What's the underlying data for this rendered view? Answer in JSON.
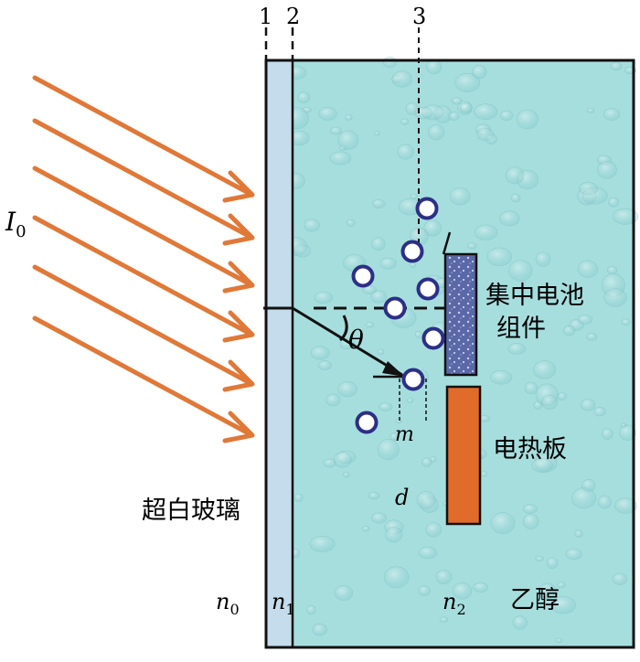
{
  "boundary_labels": [
    "1",
    "2",
    "3"
  ],
  "intensity_label": {
    "main": "I",
    "sub": "0"
  },
  "labels": {
    "theta": "θ",
    "m": "m",
    "d": "d",
    "glass": "超白玻璃",
    "cpv_line1": "集中电池",
    "cpv_line2": "组件",
    "heater": "电热板",
    "ethanol": "乙醇"
  },
  "refractive_indices": [
    {
      "main": "n",
      "sub": "0"
    },
    {
      "main": "n",
      "sub": "1"
    },
    {
      "main": "n",
      "sub": "2"
    }
  ],
  "colors": {
    "arrow": "#e07838",
    "liquid": "#a6dede",
    "glass": "#c4dcec",
    "cell_module": "#5a68a8",
    "heater": "#e06b2a",
    "bubble_fill": "#ffffff",
    "bubble_stroke": "#2c2f86",
    "outline": "#111111"
  },
  "icons": {
    "bubble": "bubble-icon"
  }
}
